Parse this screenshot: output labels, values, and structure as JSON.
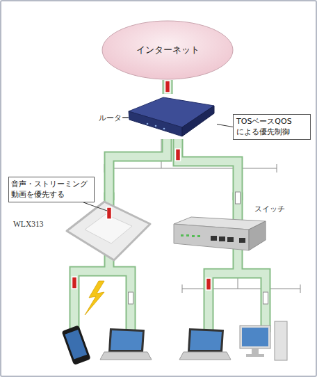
{
  "diagram": {
    "nodes": [
      {
        "text": [
          "インターネット"
        ]
      },
      {
        "text": [
          "ルーター"
        ]
      },
      {
        "text": [
          "TOSベースQOS による優先制御"
        ]
      },
      {
        "text": [
          "音声・ストリーミング 動画を優先する"
        ]
      },
      {
        "text": [
          "WLX313"
        ]
      },
      {
        "text": [
          "スイッチ"
        ]
      }
    ],
    "edges": [
      {
        "from": 0,
        "to": 1,
        "arrow": "none"
      },
      {
        "from": 2,
        "to": 1,
        "arrow": "none"
      },
      {
        "from": 1,
        "to": 4,
        "arrow": "none"
      },
      {
        "from": 1,
        "to": 5,
        "arrow": "none"
      }
    ]
  }
}
